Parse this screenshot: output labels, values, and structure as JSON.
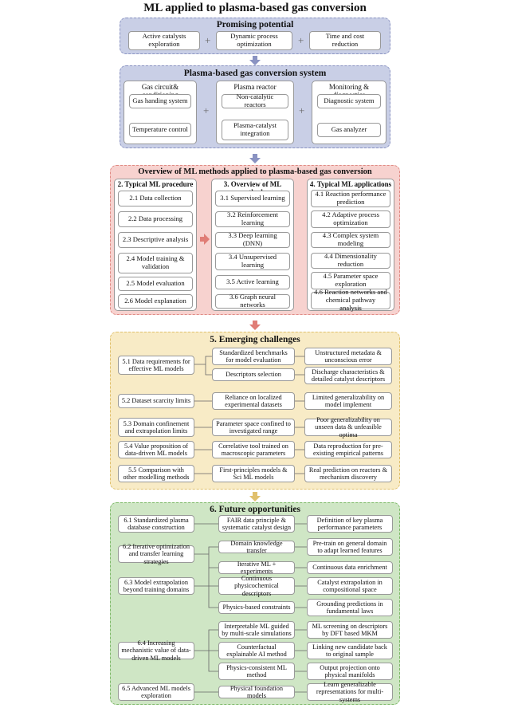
{
  "title": "ML applied to plasma-based gas conversion",
  "promising": {
    "title": "Promising potential",
    "items": [
      "Active catalysts exploration",
      "Dynamic process optimization",
      "Time and cost reduction"
    ]
  },
  "system": {
    "title": "Plasma-based gas conversion system",
    "groups": [
      {
        "title": "Gas circuit& conditioning",
        "items": [
          "Gas handing system",
          "Temperature control"
        ]
      },
      {
        "title": "Plasma reactor",
        "items": [
          "Non-catalytic reactors",
          "Plasma-catalyst integration"
        ]
      },
      {
        "title": "Monitoring & diagnostics",
        "items": [
          "Diagnostic system",
          "Gas analyzer"
        ]
      }
    ]
  },
  "overview": {
    "title": "Overview of ML methods applied to plasma-based gas conversion",
    "columns": [
      {
        "title": "2. Typical ML procedure",
        "items": [
          "2.1 Data collection",
          "2.2 Data processing",
          "2.3 Descriptive analysis",
          "2.4 Model training & validation",
          "2.5 Model evaluation",
          "2.6 Model explanation"
        ]
      },
      {
        "title": "3. Overview of ML methods",
        "items": [
          "3.1 Supervised learning",
          "3.2 Reinforcement learning",
          "3.3 Deep learning (DNN)",
          "3.4 Unsupervised learning",
          "3.5 Active learning",
          "3.6 Graph neural networks"
        ]
      },
      {
        "title": "4. Typical ML applications",
        "items": [
          "4.1 Reaction performance prediction",
          "4.2 Adaptive process optimization",
          "4.3 Complex system modeling",
          "4.4 Dimensionality reduction",
          "4.5 Parameter space exploration",
          "4.6 Reaction networks and chemical pathway analysis"
        ]
      }
    ]
  },
  "challenges": {
    "title": "5. Emerging challenges",
    "rows": [
      {
        "left": "5.1 Data requirements for effective ML models",
        "mid": [
          "Standardized benchmarks for model evaluation",
          "Descriptors selection"
        ],
        "right": [
          "Unstructured metadata & unconscious error",
          "Discharge characteristics & detailed catalyst descriptors"
        ]
      },
      {
        "left": "5.2 Dataset scarcity limits",
        "mid": [
          "Reliance on localized experimental datasets"
        ],
        "right": [
          "Limited generalizability on model implement"
        ]
      },
      {
        "left": "5.3 Domain confinement and extrapolation limits",
        "mid": [
          "Parameter space confined to investigated range"
        ],
        "right": [
          "Poor generalizability on unseen data & unfeasible optima"
        ]
      },
      {
        "left": "5.4 Value proposition of data-driven ML models",
        "mid": [
          "Correlative tool trained on macroscopic parameters"
        ],
        "right": [
          "Data reproduction for pre-existing empirical patterns"
        ]
      },
      {
        "left": "5.5 Comparison with other modelling methods",
        "mid": [
          "First-principles models & Sci ML models"
        ],
        "right": [
          "Real prediction on reactors & mechanism discovery"
        ]
      }
    ]
  },
  "future": {
    "title": "6. Future opportunities",
    "left": [
      "6.1 Standardized plasma database construction",
      "6.2 Iterative optimization and transfer learning strategies",
      "6.3 Model extrapolation beyond training domains",
      "6.4 Increasing mechanistic value of data-driven ML models",
      "6.5 Advanced ML models exploration"
    ],
    "mid": [
      "FAIR data principle & systematic catalyst design",
      "Domain knowledge transfer",
      "Iterative ML + experiments",
      "Continuous physicochemical descriptors",
      "Physics-based constraints",
      "Interpretable ML guided by multi-scale simulations",
      "Counterfactual explainable AI method",
      "Physics-consistent ML method",
      "Physical foundation models"
    ],
    "right": [
      "Definition of key plasma performance parameters",
      "Pre-train on general domain to adapt learned features",
      "Continuous data enrichment",
      "Catalyst extrapolation in compositional space",
      "Grounding predictions in fundamental laws",
      "ML screening on descriptors by DFT based MKM",
      "Linking new candidate back to original sample",
      "Output projection onto physical manifolds",
      "Learn generalizable representations for multi-systems"
    ]
  },
  "colors": {
    "blue": "#c9cfe6",
    "red": "#f7d2cf",
    "yellow": "#f8ebc6",
    "green": "#cfe6c5"
  }
}
